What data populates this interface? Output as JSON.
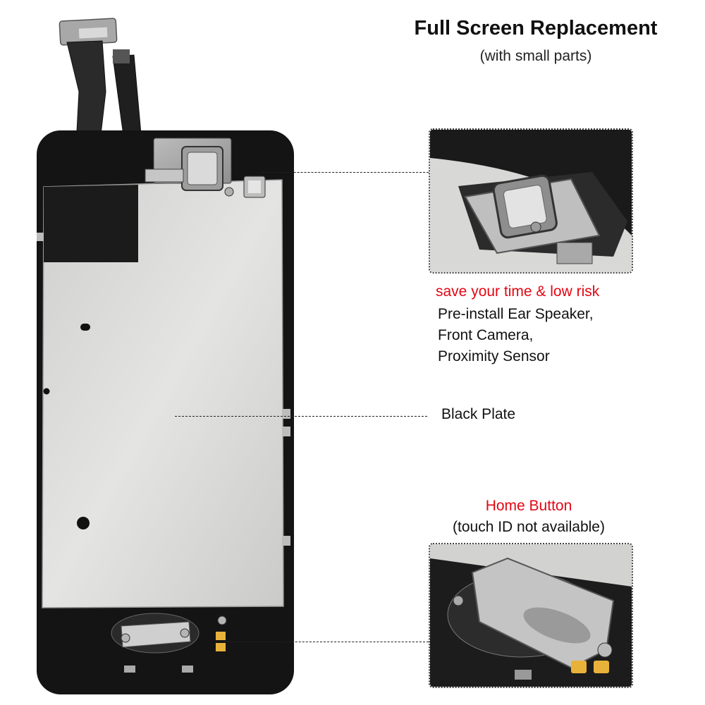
{
  "header": {
    "title": "Full Screen Replacement",
    "subtitle": "(with small parts)"
  },
  "features": {
    "highlight": "save your time & low risk",
    "lines": [
      "Pre-install Ear Speaker,",
      "Front Camera,",
      "Proximity Sensor"
    ]
  },
  "plate": {
    "label": "Black Plate"
  },
  "home_button": {
    "label": "Home Button",
    "note": "(touch ID not available)"
  },
  "colors": {
    "accent_red": "#e30613",
    "frame_black": "#141414",
    "plate_silver": "#d8d8d6"
  }
}
